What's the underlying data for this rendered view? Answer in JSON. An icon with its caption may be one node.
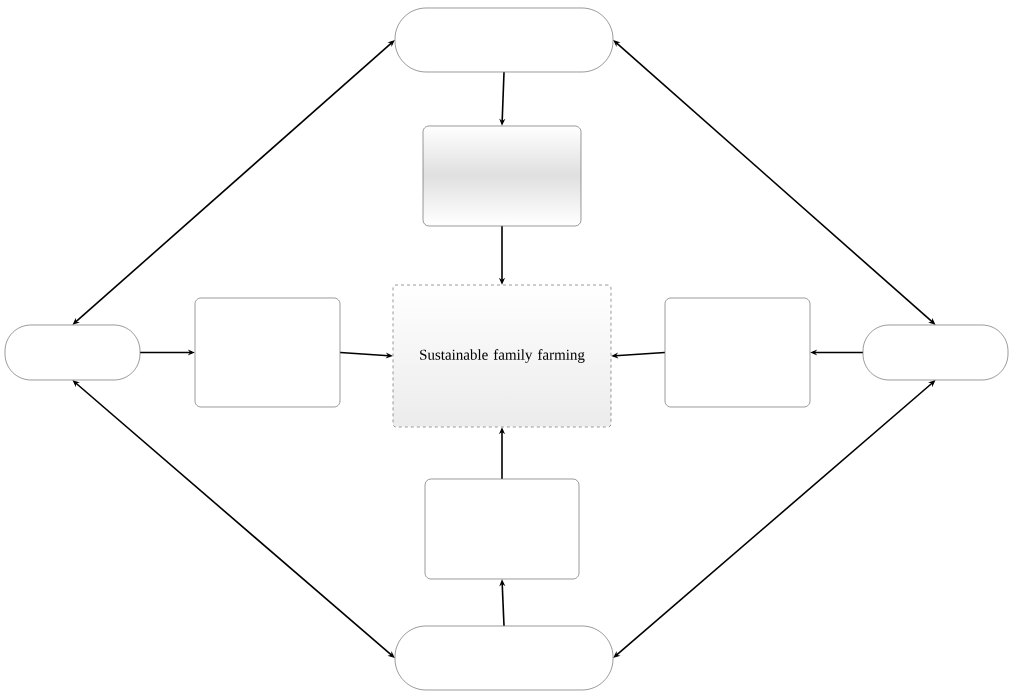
{
  "diagram": {
    "nodes": [
      {
        "text": [],
        "shape": "pill"
      },
      {
        "text": [],
        "shape": "box"
      },
      {
        "text": [],
        "shape": "pill"
      },
      {
        "text": [],
        "shape": "box"
      },
      {
        "text": [
          "Sustainable family farming"
        ]
      },
      {
        "text": [],
        "shape": "box"
      },
      {
        "text": [],
        "shape": "pill"
      },
      {
        "text": [],
        "shape": "box"
      },
      {
        "text": [],
        "shape": "pill"
      }
    ],
    "edges": [
      {
        "from": 0,
        "to": 1,
        "arrow": "to"
      },
      {
        "from": 1,
        "to": 4,
        "arrow": "to"
      },
      {
        "from": 0,
        "to": 2,
        "arrow": "both"
      },
      {
        "from": 0,
        "to": 6,
        "arrow": "both"
      },
      {
        "from": 2,
        "to": 3,
        "arrow": "to"
      },
      {
        "from": 3,
        "to": 4,
        "arrow": "to"
      },
      {
        "from": 6,
        "to": 5,
        "arrow": "to"
      },
      {
        "from": 5,
        "to": 4,
        "arrow": "to"
      },
      {
        "from": 2,
        "to": 8,
        "arrow": "both"
      },
      {
        "from": 6,
        "to": 8,
        "arrow": "both"
      },
      {
        "from": 8,
        "to": 7,
        "arrow": "to"
      },
      {
        "from": 7,
        "to": 4,
        "arrow": "to"
      }
    ]
  }
}
